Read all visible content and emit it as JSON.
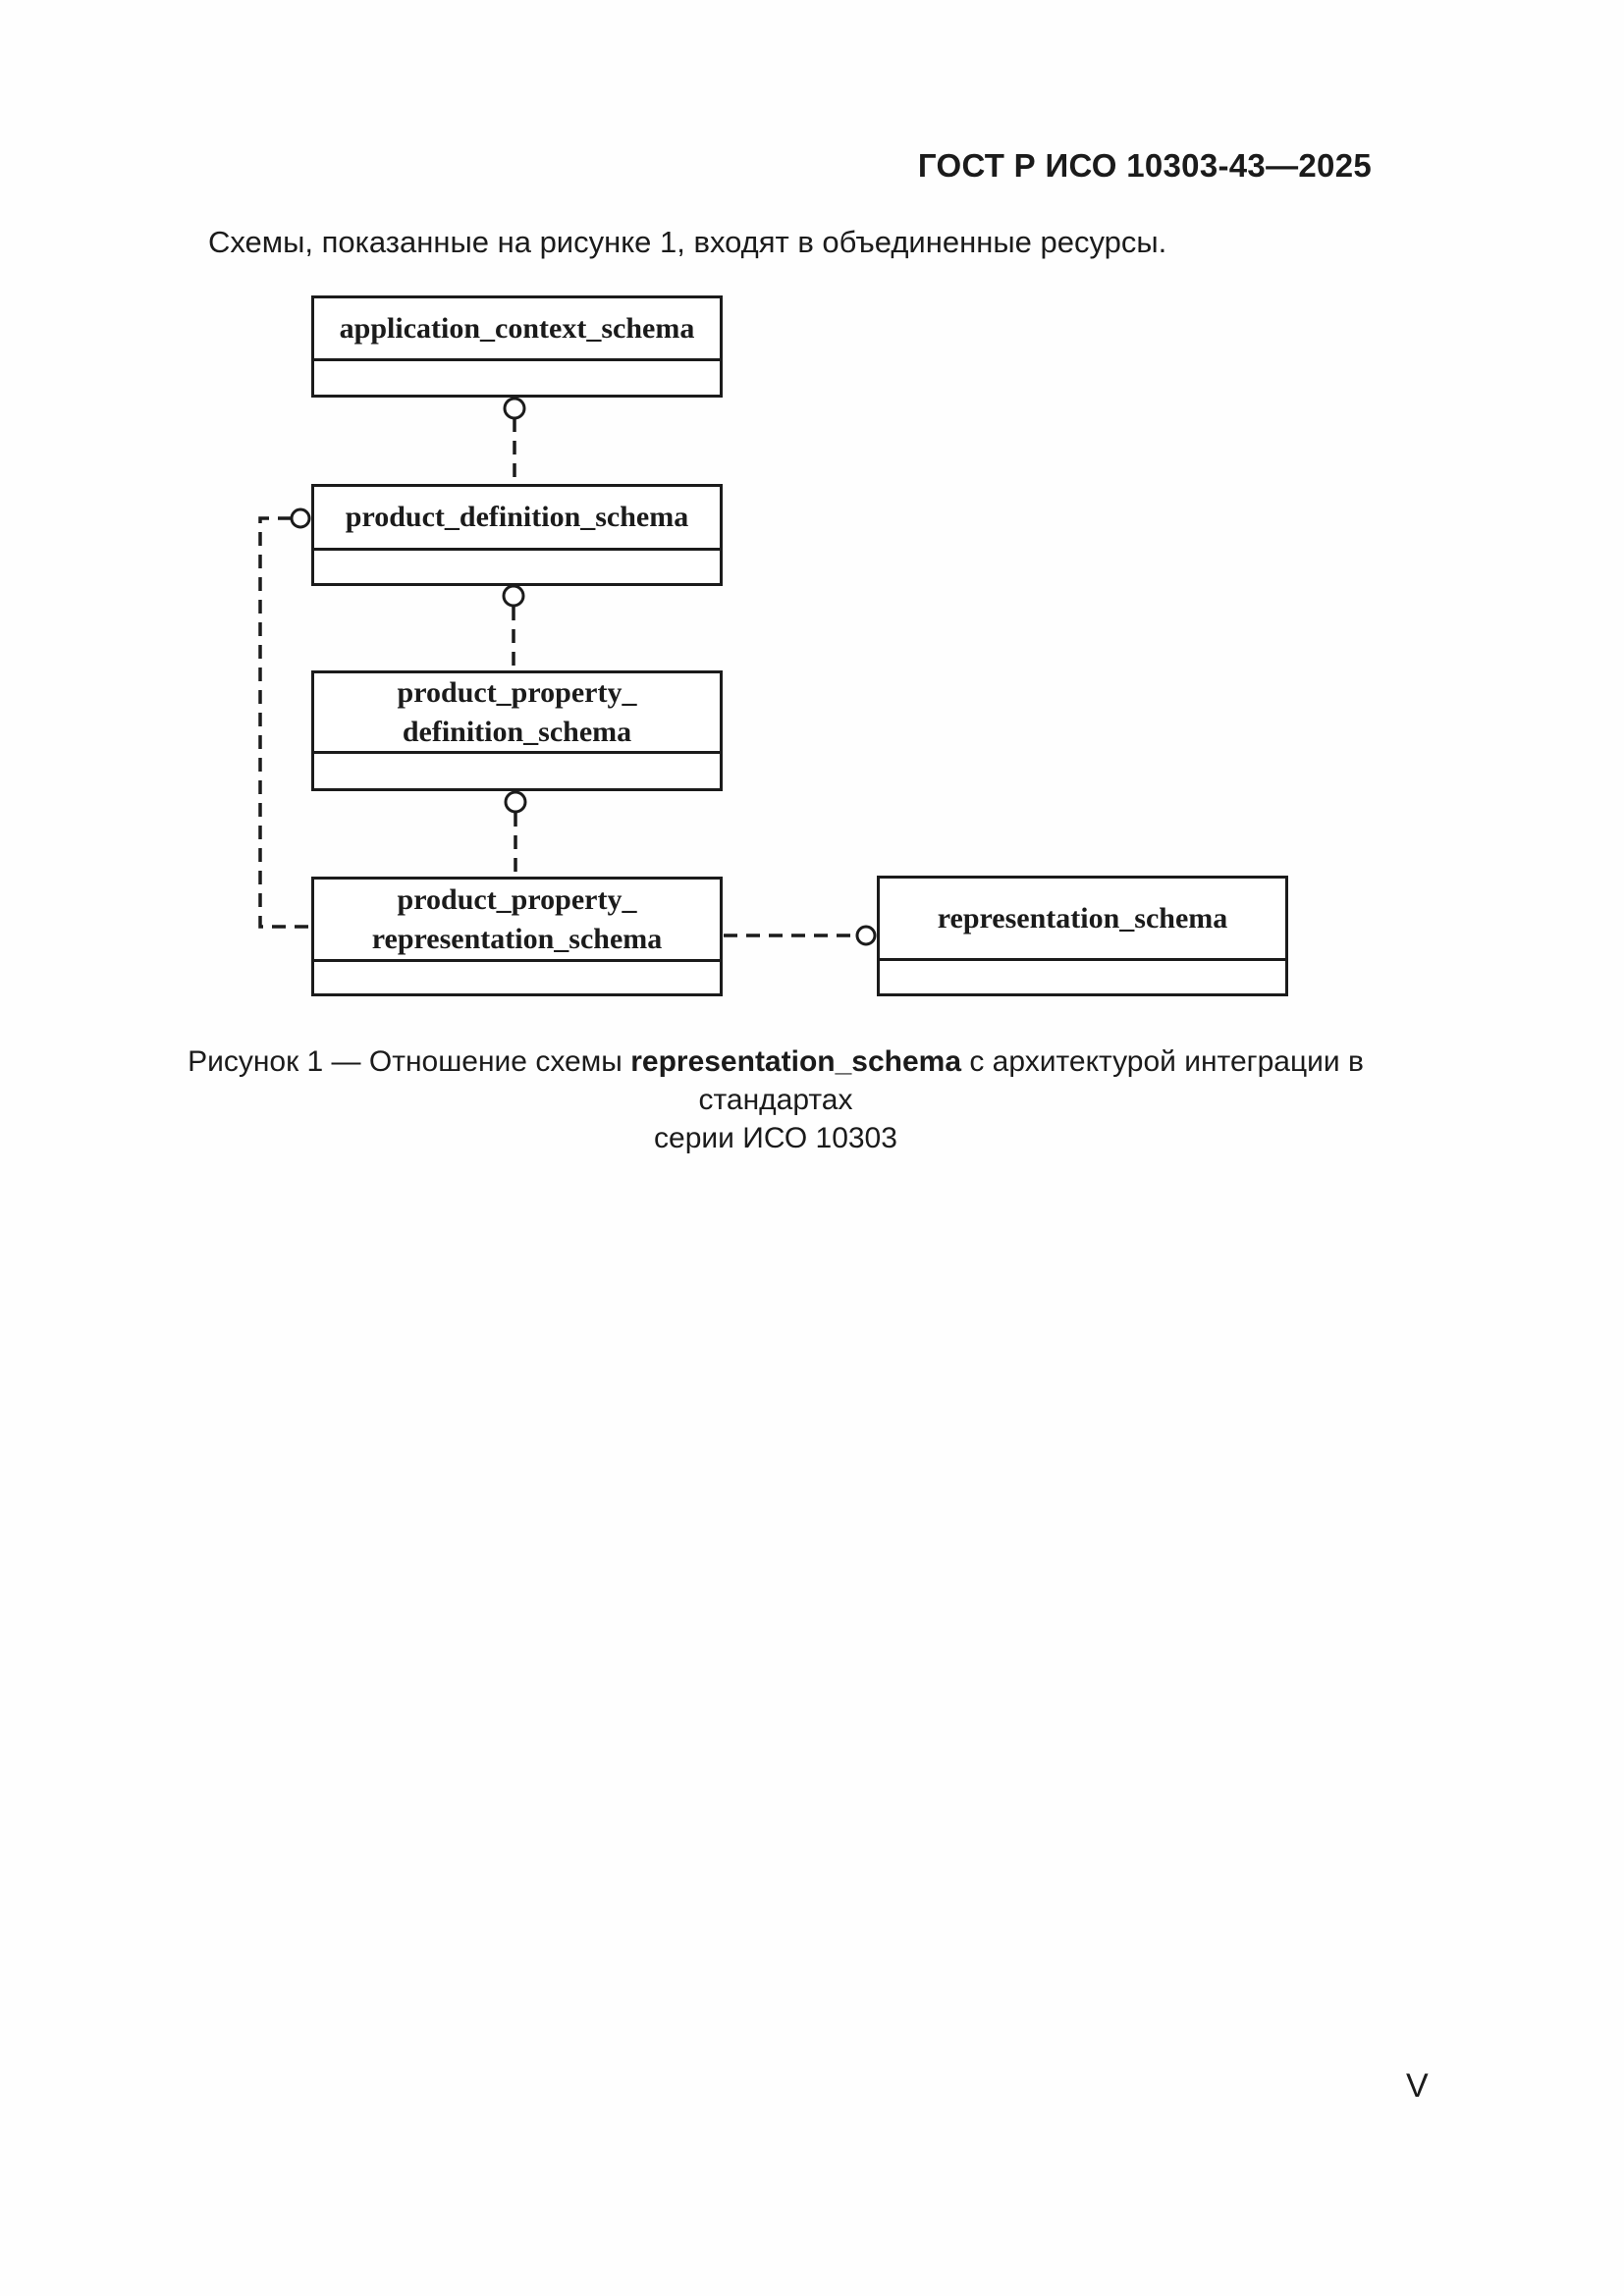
{
  "header": {
    "designation": "ГОСТ Р ИСО 10303-43—2025"
  },
  "intro": {
    "text": "Схемы, показанные на рисунке 1, входят в объединенные ресурсы."
  },
  "diagram": {
    "boxes": [
      {
        "name": "application_context_schema",
        "lines": [
          "application_context_schema"
        ]
      },
      {
        "name": "product_definition_schema",
        "lines": [
          "product_definition_schema"
        ]
      },
      {
        "name": "product_property_definition_schema",
        "lines": [
          "product_property_",
          "definition_schema"
        ]
      },
      {
        "name": "product_property_representation_schema",
        "lines": [
          "product_property_",
          "representation_schema"
        ]
      },
      {
        "name": "representation_schema",
        "lines": [
          "representation_schema"
        ]
      }
    ]
  },
  "caption": {
    "prefix": "Рисунок 1 — Отношение схемы ",
    "bold": "representation_schema",
    "suffix": " с архитектурой интеграции в стандартах",
    "line2": "серии ИСО 10303"
  },
  "footer": {
    "page_number": "V"
  }
}
